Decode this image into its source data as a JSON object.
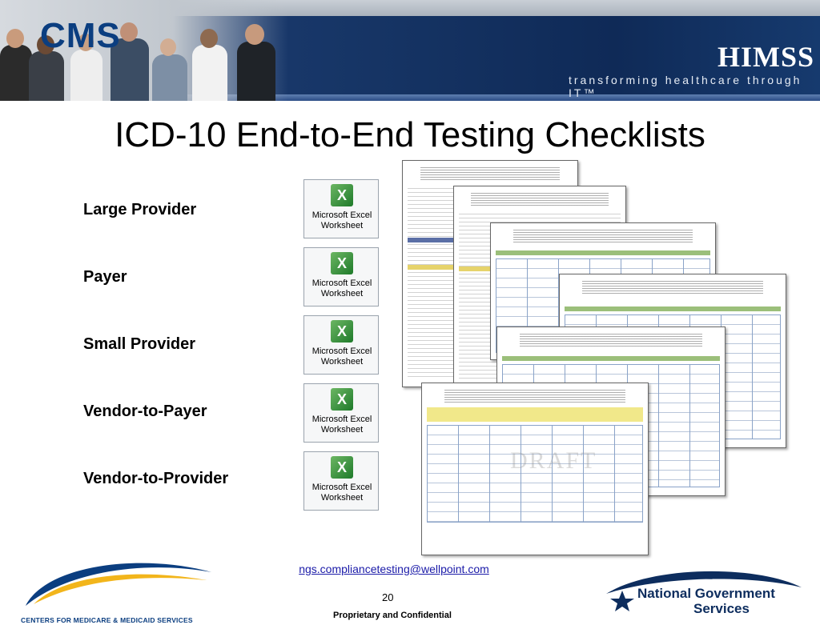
{
  "header": {
    "logo": "HIMSS",
    "tagline": "transforming healthcare through IT™"
  },
  "slide": {
    "title": "ICD-10 End-to-End Testing Checklists"
  },
  "checklists": [
    {
      "label": "Large Provider",
      "icon": "excel-worksheet-icon",
      "icon_text_line1": "Microsoft Excel",
      "icon_text_line2": "Worksheet"
    },
    {
      "label": "Payer",
      "icon": "excel-worksheet-icon",
      "icon_text_line1": "Microsoft Excel",
      "icon_text_line2": "Worksheet"
    },
    {
      "label": "Small Provider",
      "icon": "excel-worksheet-icon",
      "icon_text_line1": "Microsoft Excel",
      "icon_text_line2": "Worksheet"
    },
    {
      "label": "Vendor-to-Payer",
      "icon": "excel-worksheet-icon",
      "icon_text_line1": "Microsoft Excel",
      "icon_text_line2": "Worksheet"
    },
    {
      "label": "Vendor-to-Provider",
      "icon": "excel-worksheet-icon",
      "icon_text_line1": "Microsoft Excel",
      "icon_text_line2": "Worksheet"
    }
  ],
  "documents": {
    "watermark": "DRAFT"
  },
  "footer": {
    "email": "ngs.compliancetesting@wellpoint.com",
    "page_number": "20",
    "confidential": "Proprietary and Confidential",
    "cms_logo_text": "CMS",
    "cms_caption": "CENTERS FOR MEDICARE & MEDICAID SERVICES",
    "ngs_line1": "National Government",
    "ngs_line2": "Services"
  },
  "colors": {
    "banner_blue": "#173667",
    "cms_blue": "#0b3e80",
    "ngs_navy": "#0d2d5e",
    "link": "#1a1aa8"
  }
}
